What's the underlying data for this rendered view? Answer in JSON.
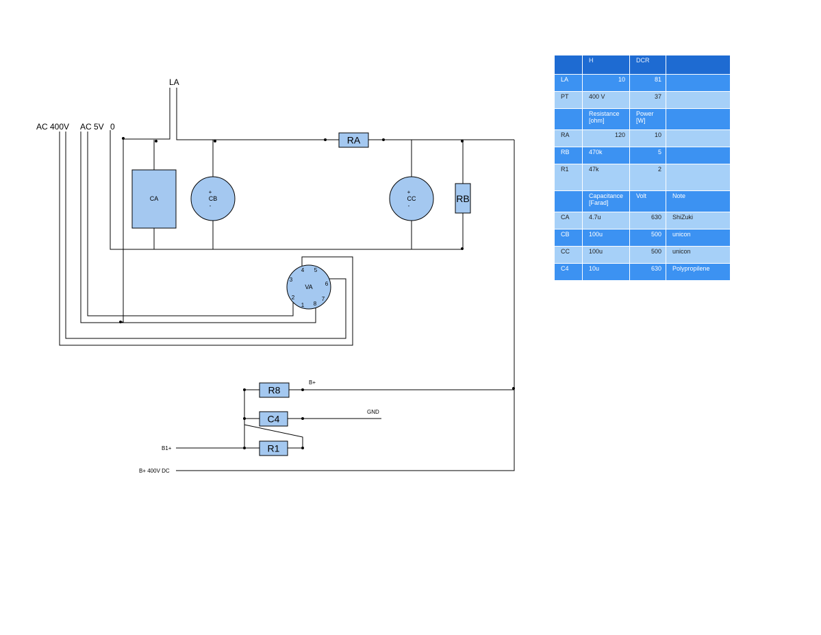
{
  "schematic": {
    "labels": {
      "ac400": "AC 400V",
      "ac5": "AC 5V",
      "zero": "0",
      "la": "LA",
      "b_plus": "B+",
      "gnd": "GND",
      "b1_plus": "B1+",
      "b_plus_400dc": "B+ 400V DC"
    },
    "components": {
      "ra": "RA",
      "rb": "RB",
      "ca": "CA",
      "cb": "CB",
      "cc": "CC",
      "va": "VA",
      "r8": "R8",
      "c4": "C4",
      "r1": "R1",
      "plus": "+",
      "minus": "-"
    },
    "tube_pins": [
      "1",
      "2",
      "3",
      "4",
      "5",
      "6",
      "7",
      "8"
    ],
    "colors": {
      "component_fill": "#a4c8f0",
      "wire": "#000000"
    }
  },
  "parts_table": {
    "rows": [
      {
        "style": "header",
        "cells": [
          "",
          "H",
          "DCR",
          ""
        ]
      },
      {
        "style": "dark",
        "cells": [
          "LA",
          "10",
          "81",
          ""
        ]
      },
      {
        "style": "light",
        "cells": [
          "PT",
          "400 V",
          "37",
          ""
        ]
      },
      {
        "style": "dark",
        "cells": [
          "",
          "Resistance [ohm]",
          "Power [W]",
          ""
        ]
      },
      {
        "style": "light",
        "cells": [
          "RA",
          "120",
          "10",
          ""
        ]
      },
      {
        "style": "dark",
        "cells": [
          "RB",
          "470k",
          "5",
          ""
        ]
      },
      {
        "style": "light",
        "cells": [
          "R1",
          "47k",
          "2",
          ""
        ]
      },
      {
        "style": "dark",
        "cells": [
          "",
          "Capacitance [Farad]",
          "Volt",
          "Note"
        ]
      },
      {
        "style": "light",
        "cells": [
          "CA",
          "4.7u",
          "630",
          "ShiZuki"
        ]
      },
      {
        "style": "dark",
        "cells": [
          "CB",
          "100u",
          "500",
          "unicon"
        ]
      },
      {
        "style": "light",
        "cells": [
          "CC",
          "100u",
          "500",
          "unicon"
        ]
      },
      {
        "style": "dark",
        "cells": [
          "C4",
          "10u",
          "630",
          "Polypropilene"
        ]
      }
    ],
    "colors": {
      "header": "#1e6bd2",
      "dark": "#3c92f2",
      "light": "#a6d0f8"
    }
  }
}
